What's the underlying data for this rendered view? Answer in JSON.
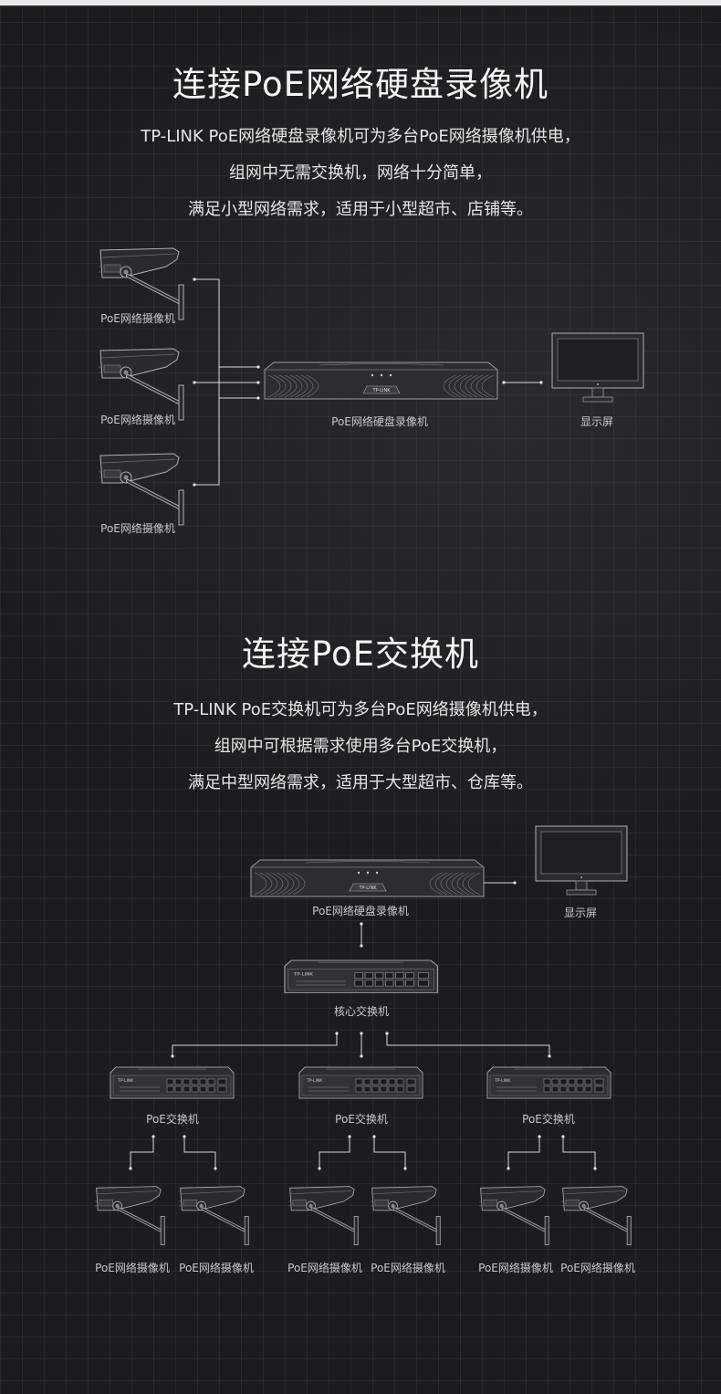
{
  "section1": {
    "title": "连接PoE网络硬盘录像机",
    "lines": [
      "TP-LINK PoE网络硬盘录像机可为多台PoE网络摄像机供电，",
      "组网中无需交换机，网络十分简单，",
      "满足小型网络需求，适用于小型超市、店铺等。"
    ],
    "camera_label": "PoE网络摄像机",
    "nvr_label": "PoE网络硬盘录像机",
    "monitor_label": "显示屏"
  },
  "section2": {
    "title": "连接PoE交换机",
    "lines": [
      "TP-LINK PoE交换机可为多台PoE网络摄像机供电，",
      "组网中可根据需求使用多台PoE交换机，",
      "满足中型网络需求，适用于大型超市、仓库等。"
    ],
    "nvr_label": "PoE网络硬盘录像机",
    "monitor_label": "显示屏",
    "core_switch_label": "核心交换机",
    "switch_label": "PoE交换机",
    "camera_label": "PoE网络摄像机"
  },
  "brand": "TP-LINK",
  "colors": {
    "background": "#1c1c1e",
    "line": "#d8d8d8",
    "device": "#2e2e31",
    "device_edge": "#9a9a9e"
  }
}
